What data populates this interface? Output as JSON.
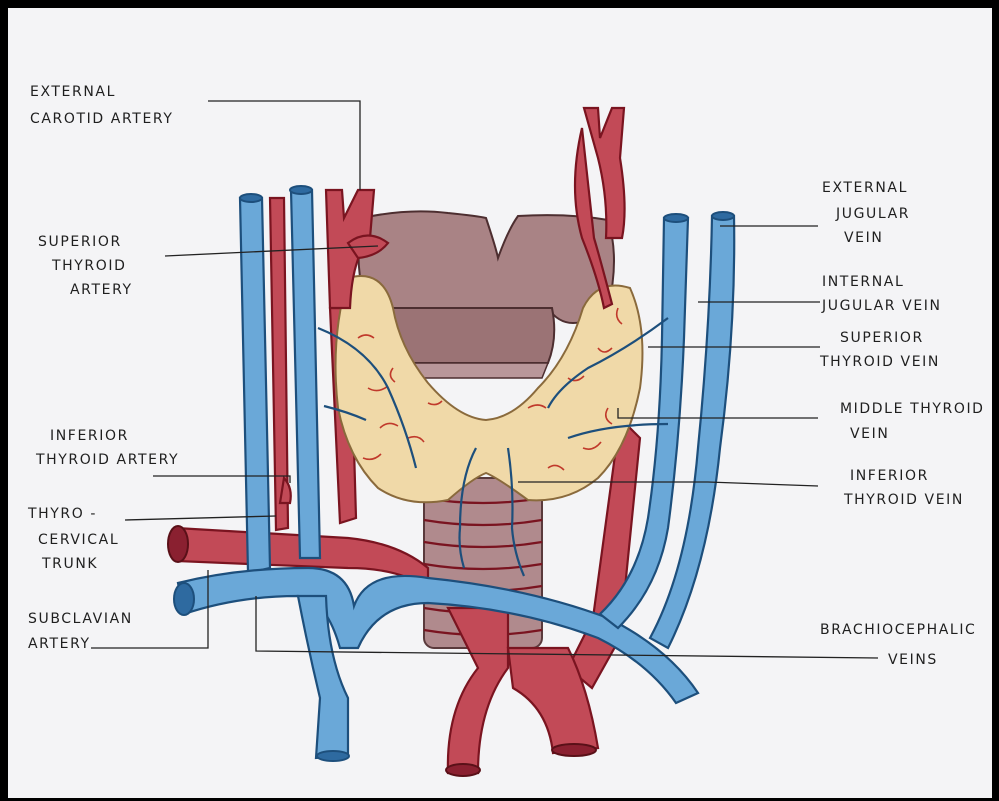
{
  "labels": {
    "external_carotid_1": "EXTERNAL",
    "external_carotid_2": "CAROTID ARTERY",
    "superior_thyroid_artery_1": "SUPERIOR",
    "superior_thyroid_artery_2": "THYROID",
    "superior_thyroid_artery_3": "ARTERY",
    "inferior_thyroid_artery_1": "INFERIOR",
    "inferior_thyroid_artery_2": "THYROID ARTERY",
    "thyrocervical_1": "THYRO -",
    "thyrocervical_2": "CERVICAL",
    "thyrocervical_3": "TRUNK",
    "subclavian_1": "SUBCLAVIAN",
    "subclavian_2": "ARTERY",
    "external_jugular_1": "EXTERNAL",
    "external_jugular_2": "JUGULAR",
    "external_jugular_3": "VEIN",
    "internal_jugular_1": "INTERNAL",
    "internal_jugular_2": "JUGULAR VEIN",
    "superior_thyroid_vein_1": "SUPERIOR",
    "superior_thyroid_vein_2": "THYROID VEIN",
    "middle_thyroid_vein_1": "MIDDLE THYROID",
    "middle_thyroid_vein_2": "VEIN",
    "inferior_thyroid_vein_1": "INFERIOR",
    "inferior_thyroid_vein_2": "THYROID VEIN",
    "brachiocephalic_1": "BRACHIOCEPHALIC",
    "brachiocephalic_2": "VEINS"
  },
  "colors": {
    "vein": "#6aa8d8",
    "artery": "#c24a57",
    "thyroid_gland": "#f0d9a8",
    "thyroid_cartilage": "#a98385",
    "trachea": "#b08a8d"
  }
}
